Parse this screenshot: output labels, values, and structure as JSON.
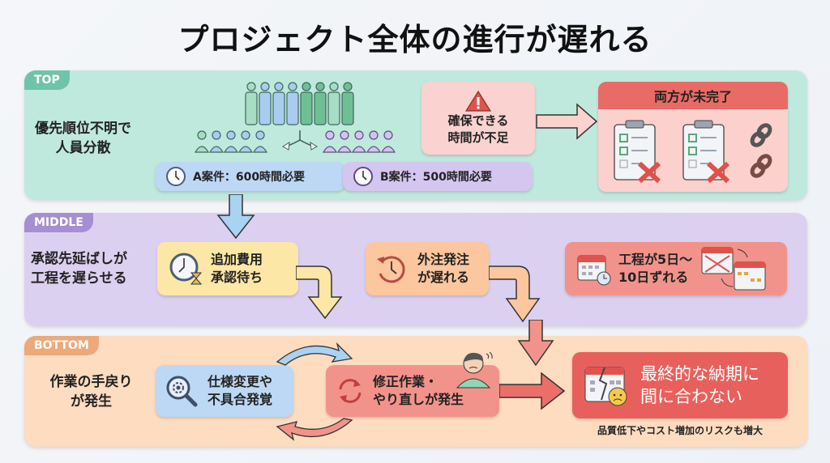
{
  "title": "プロジェクト全体の進行が遅れる",
  "top": {
    "tag": "TOP",
    "label_line1": "優先順位不明で",
    "label_line2": "人員分散",
    "project_a": "A案件：600時間必要",
    "project_b": "B案件：500時間必要",
    "shortage_line1": "確保できる",
    "shortage_line2": "時間が不足",
    "result_header": "両方が未完了"
  },
  "middle": {
    "tag": "MIDDLE",
    "label_line1": "承認先延ばしが",
    "label_line2": "工程を遅らせる",
    "approval_line1": "追加費用",
    "approval_line2": "承認待ち",
    "outsource_line1": "外注発注",
    "outsource_line2": "が遅れる",
    "delay_line1": "工程が5日〜",
    "delay_line2": "10日ずれる"
  },
  "bottom": {
    "tag": "BOTTOM",
    "label_line1": "作業の手戻り",
    "label_line2": "が発生",
    "spec_line1": "仕様変更や",
    "spec_line2": "不具合発覚",
    "rework_line1": "修正作業・",
    "rework_line2": "やり直しが発生",
    "deadline_line1": "最終的な納期に",
    "deadline_line2": "間に合わない",
    "risk_note": "品質低下やコスト増加のリスクも増大"
  },
  "colors": {
    "top_band": "#bfe9dc",
    "middle_band": "#dcd0f0",
    "bottom_band": "#fddcc0",
    "alert_red": "#e8605c",
    "project_a_blue": "#bcd8f4",
    "project_b_purple": "#d5c6ef",
    "approval_yellow": "#fde7a6",
    "outsource_orange": "#fcc69e"
  }
}
